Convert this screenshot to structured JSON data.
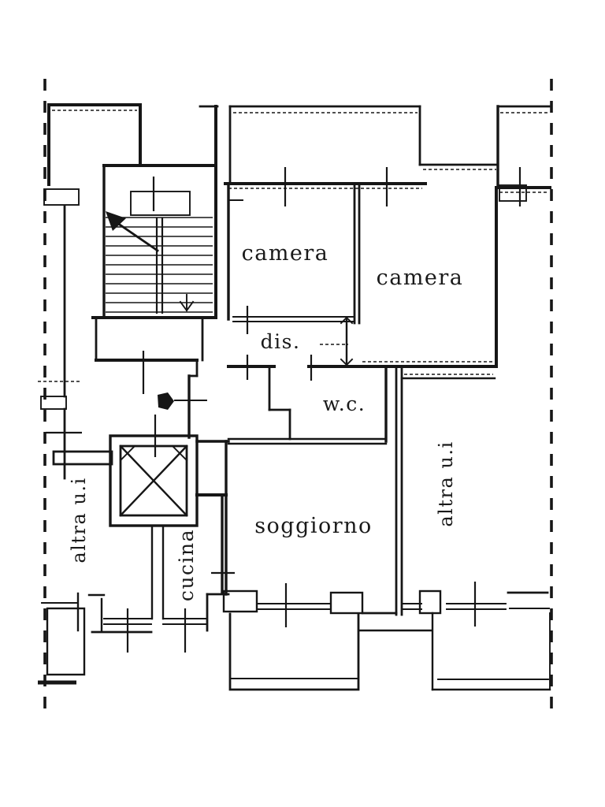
{
  "colors": {
    "ink": "#161616",
    "paper": "#ffffff"
  },
  "plan": {
    "rooms": [
      {
        "id": "camera-top",
        "label": "camera"
      },
      {
        "id": "camera-right",
        "label": "camera"
      },
      {
        "id": "dis",
        "label": "dis."
      },
      {
        "id": "wc",
        "label": "w.c."
      },
      {
        "id": "soggiorno",
        "label": "soggiorno"
      },
      {
        "id": "cucina",
        "label": "cucina"
      },
      {
        "id": "altra-ui-left",
        "label": "altra u.i"
      },
      {
        "id": "altra-ui-right",
        "label": "altra u.i"
      }
    ]
  }
}
